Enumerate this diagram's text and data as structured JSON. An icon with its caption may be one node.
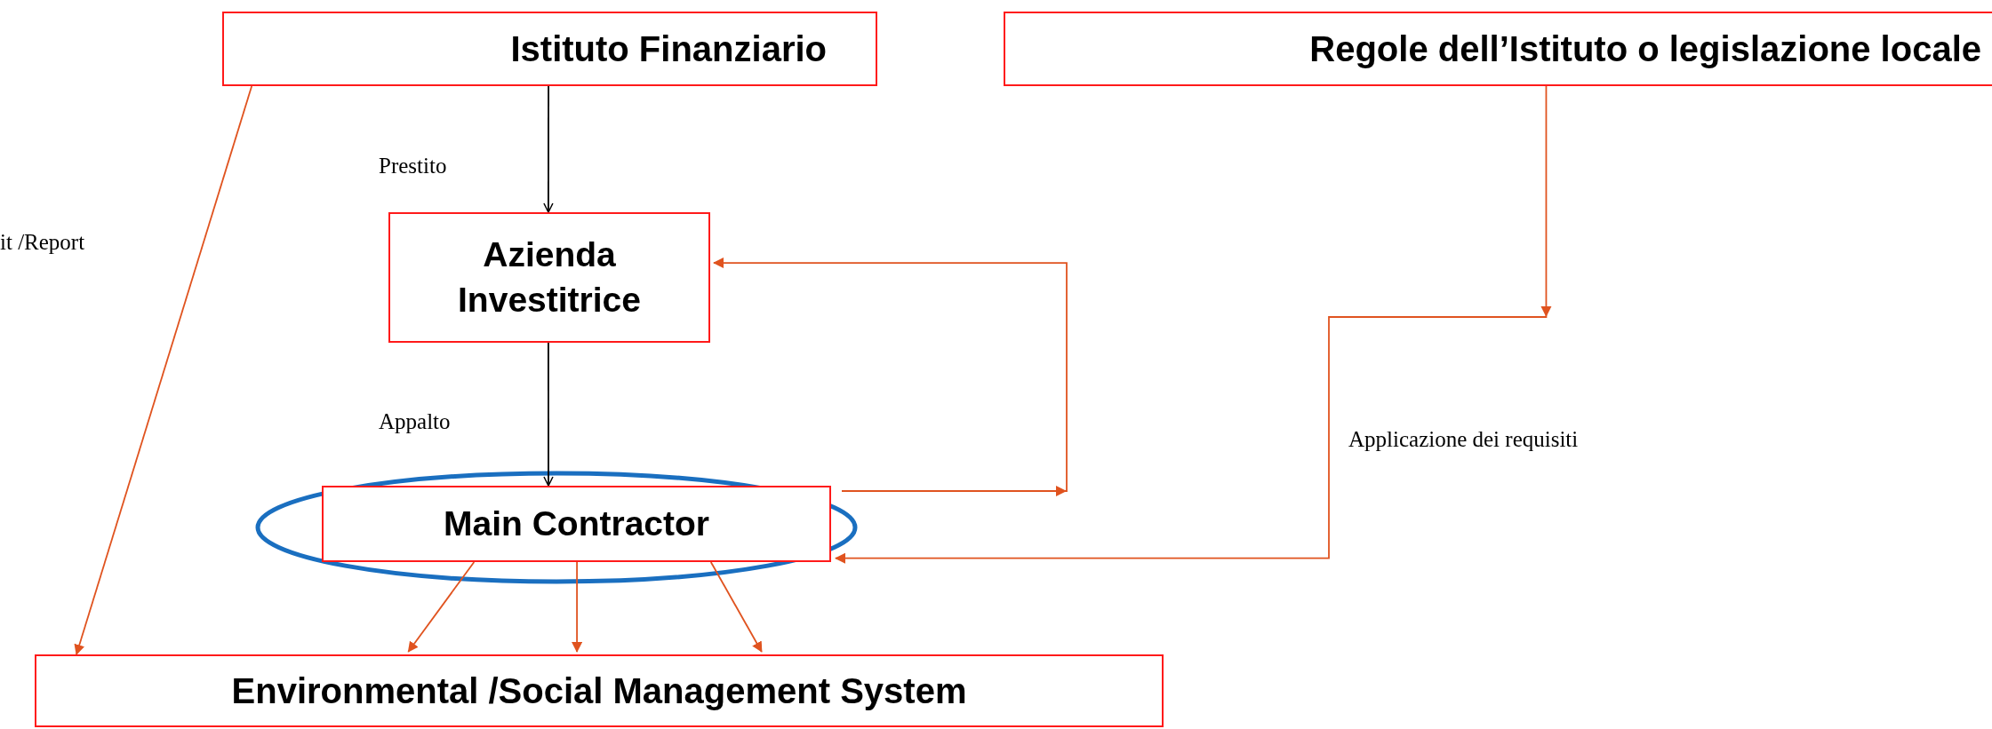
{
  "diagram": {
    "nodes": [
      {
        "text": [
          "Istituto Finanziario"
        ]
      },
      {
        "text": [
          "Regole dell’Istituto o legislazione locale"
        ]
      },
      {
        "text": [
          "Azienda Investitrice"
        ]
      },
      {
        "text": [
          "Main Contractor"
        ]
      },
      {
        "text": [
          "Environmental /Social Management System"
        ]
      }
    ],
    "edges": [
      {
        "from": 0,
        "to": 2,
        "arrow": "to",
        "label": "Prestito",
        "color": "#000000"
      },
      {
        "from": 2,
        "to": 3,
        "arrow": "to",
        "label": "Appalto",
        "color": "#000000"
      },
      {
        "from": 0,
        "to": 4,
        "arrow": "to",
        "label": "it /Report"
      },
      {
        "from": 3,
        "to": 2,
        "arrow": "to"
      },
      {
        "from": 1,
        "to": 3,
        "arrow": "to",
        "label": "Applicazione dei requisiti"
      },
      {
        "from": 3,
        "to": 4,
        "arrow": "to"
      },
      {
        "from": 3,
        "to": 4,
        "arrow": "to"
      },
      {
        "from": 3,
        "to": 4,
        "arrow": "to"
      }
    ]
  }
}
